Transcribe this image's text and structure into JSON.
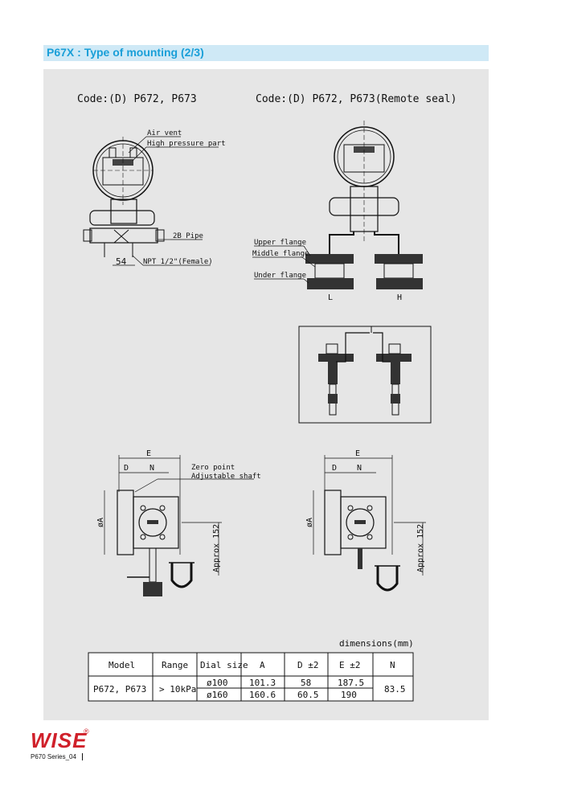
{
  "header": {
    "title": "P67X : Type of mounting (2/3)"
  },
  "diagram_left_top": {
    "code": "Code:(D) P672, P673",
    "labels": {
      "air_vent": "Air vent",
      "high_pressure": "High pressure part",
      "pipe": "2B Pipe",
      "dim54": "54",
      "npt": "NPT 1/2\"(Female)"
    }
  },
  "diagram_right_top": {
    "code": "Code:(D) P672, P673(Remote seal)",
    "labels": {
      "upper_flange": "Upper flange",
      "middle_flange": "Middle flange",
      "under_flange": "Under flange",
      "low": "L",
      "high": "H"
    }
  },
  "side_view_left": {
    "labels": {
      "e": "E",
      "d": "D",
      "n": "N",
      "zero_point": "Zero point",
      "adjustable_shaft": "Adjustable shaft",
      "dia_a": "øA",
      "approx": "Approx 152"
    }
  },
  "side_view_right": {
    "labels": {
      "e": "E",
      "d": "D",
      "n": "N",
      "dia_a": "øA",
      "approx": "Approx 152"
    }
  },
  "table": {
    "caption": "dimensions(mm)",
    "headers": [
      "Model",
      "Range",
      "Dial size",
      "A",
      "D ±2",
      "E ±2",
      "N"
    ],
    "model": "P672, P673",
    "range": "> 10kPa",
    "rows": [
      {
        "dial": "ø100",
        "a": "101.3",
        "d": "58",
        "e": "187.5"
      },
      {
        "dial": "ø160",
        "a": "160.6",
        "d": "60.5",
        "e": "190"
      }
    ],
    "n": "83.5"
  },
  "footer": {
    "brand": "WISE",
    "reg": "®",
    "page": "P670 Series_04"
  },
  "colors": {
    "title_text": "#1a9fd8",
    "title_bg": "#cfe9f6",
    "panel_bg": "#e6e6e6",
    "logo": "#d0202a"
  }
}
